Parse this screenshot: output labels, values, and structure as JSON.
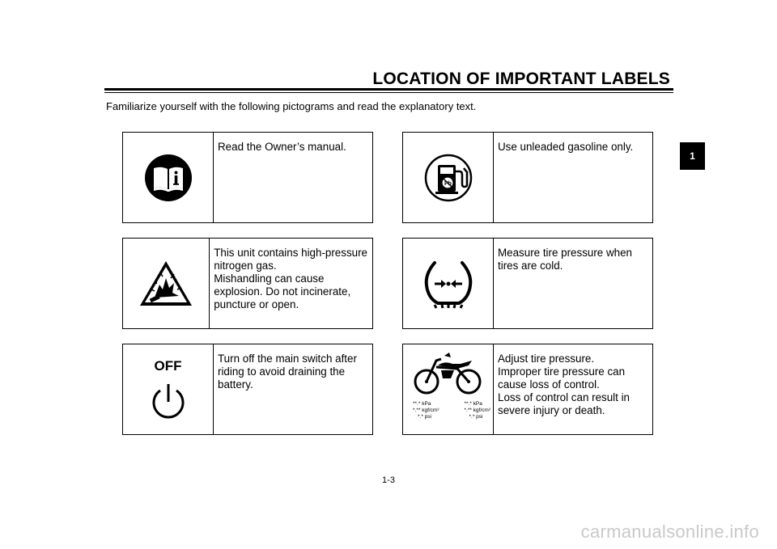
{
  "header": {
    "title": "LOCATION OF IMPORTANT LABELS"
  },
  "intro": "Familiarize yourself with the following pictograms and read the explanatory text.",
  "chapter_tab": "1",
  "labels": [
    {
      "icon": "owners-manual-icon",
      "lines": [
        "Read the Owner’s manual."
      ]
    },
    {
      "icon": "unleaded-fuel-icon",
      "lines": [
        "Use unleaded gasoline only."
      ]
    },
    {
      "icon": "explosion-warning-icon",
      "lines": [
        "This unit contains high-pressure",
        "nitrogen gas.",
        "Mishandling can cause",
        "explosion. Do not incinerate,",
        "puncture or open."
      ]
    },
    {
      "icon": "tire-pressure-icon",
      "lines": [
        "Measure tire pressure when",
        "tires are cold."
      ]
    },
    {
      "icon": "power-off-icon",
      "icon_text": "OFF",
      "lines": [
        "Turn off the main switch after",
        "riding to avoid draining the",
        "battery."
      ]
    },
    {
      "icon": "motorcycle-tire-pressure-icon",
      "pressure_table": {
        "front": [
          "**.*  kPa",
          "*.**  kgf/cm²",
          "*.*  psi"
        ],
        "rear": [
          "**.*  kPa",
          "*.**  kgf/cm²",
          "*.*  psi"
        ]
      },
      "lines": [
        "Adjust tire pressure.",
        "Improper tire pressure can",
        "cause loss of control.",
        "Loss of control can result in",
        "severe injury or death."
      ]
    }
  ],
  "page_number": "1-3",
  "watermark": "carmanualsonline.info"
}
